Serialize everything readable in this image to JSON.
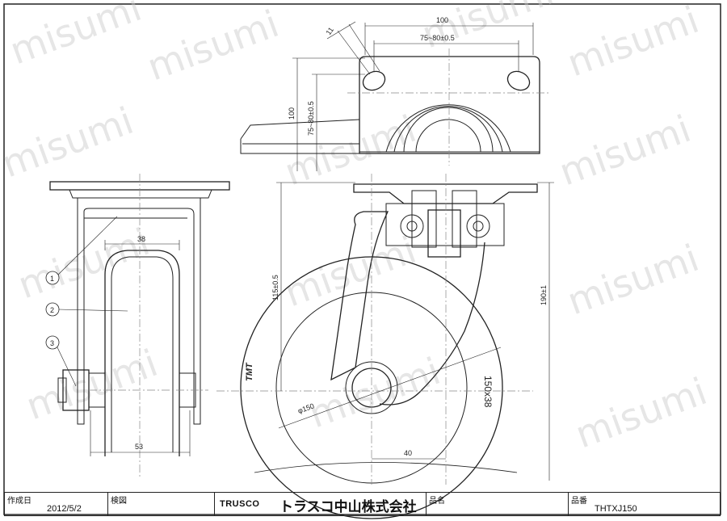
{
  "watermark": "misumi",
  "dimensions": {
    "top_width": "100",
    "top_pitch": "75~80±0.5",
    "slot": "11",
    "side_height": "100",
    "side_pitch": "75~80±0.5",
    "front_width": "38",
    "axle_length": "53",
    "offset_height": "115±0.5",
    "total_height": "190±1",
    "wheel_dia": "φ150",
    "wheel_size": "150x38",
    "swivel_offset": "40",
    "wheel_brand": "TMT"
  },
  "callouts": [
    "1",
    "2",
    "3"
  ],
  "title_block": {
    "created_label": "作成日",
    "created_value": "2012/5/2",
    "check_label": "検図",
    "brand": "TRUSCO",
    "company": "トラスコ中山株式会社",
    "name_label": "品名",
    "part_label": "品番",
    "part_value": "THTXJ150"
  }
}
